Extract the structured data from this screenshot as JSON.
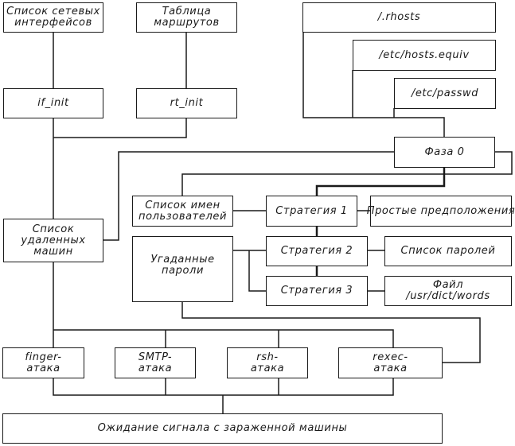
{
  "title": "Схема работы червя",
  "colors": {
    "line": "#1a1a1a",
    "background": "#ffffff"
  },
  "nodes": {
    "net_interfaces": {
      "lines": [
        "Список сетевых",
        "интерфейсов"
      ]
    },
    "route_table": {
      "lines": [
        "Таблица",
        "маршрутов"
      ]
    },
    "if_init": {
      "lines": [
        "if_init"
      ]
    },
    "rt_init": {
      "lines": [
        "rt_init"
      ]
    },
    "rhosts": {
      "lines": [
        "/.rhosts"
      ]
    },
    "hosts_equiv": {
      "lines": [
        "/etc/hosts.equiv"
      ]
    },
    "passwd": {
      "lines": [
        "/etc/passwd"
      ]
    },
    "phase0": {
      "lines": [
        "Фаза 0"
      ]
    },
    "remote_hosts": {
      "lines": [
        "Список",
        "удаленных",
        "машин"
      ]
    },
    "user_names": {
      "lines": [
        "Список имен",
        "пользователей"
      ]
    },
    "strategy1": {
      "lines": [
        "Стратегия 1"
      ]
    },
    "simple_guesses": {
      "lines": [
        "Простые предположения"
      ]
    },
    "guessed_passwords": {
      "lines": [
        "Угаданные",
        "пароли"
      ]
    },
    "strategy2": {
      "lines": [
        "Стратегия 2"
      ]
    },
    "password_list": {
      "lines": [
        "Список паролей"
      ]
    },
    "strategy3": {
      "lines": [
        "Стратегия 3"
      ]
    },
    "words_file": {
      "lines": [
        "Файл",
        "/usr/dict/words"
      ]
    },
    "finger_attack": {
      "lines": [
        "finger-",
        "атака"
      ]
    },
    "smtp_attack": {
      "lines": [
        "SMTP-",
        "атака"
      ]
    },
    "rsh_attack": {
      "lines": [
        "rsh-",
        "атака"
      ]
    },
    "rexec_attack": {
      "lines": [
        "rexec-",
        "атака"
      ]
    },
    "wait_signal": {
      "lines": [
        "Ожидание сигнала с зараженной машины"
      ]
    }
  }
}
